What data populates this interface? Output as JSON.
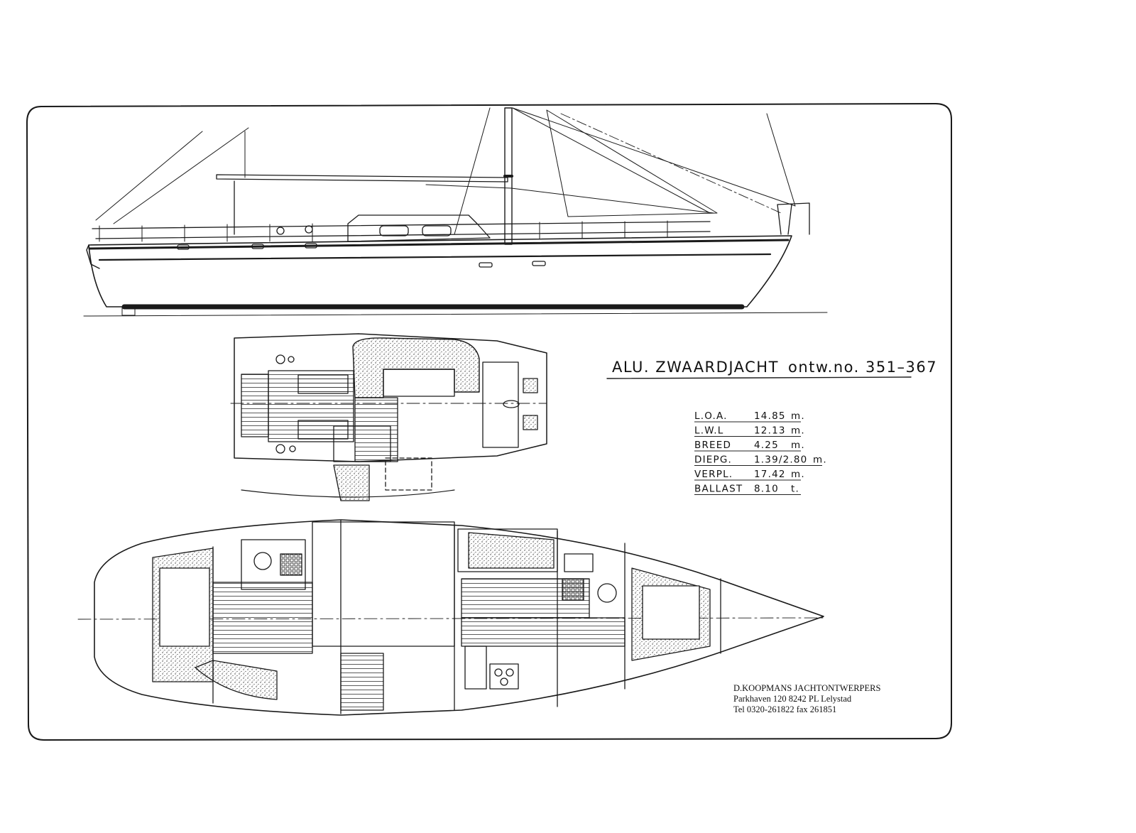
{
  "title": {
    "name": "ALU. ZWAARDJACHT",
    "design_no": "ontw.no. 351–367"
  },
  "specs": [
    {
      "label": "L.O.A.",
      "value": "14.85",
      "unit": "m."
    },
    {
      "label": "L.W.L",
      "value": "12.13",
      "unit": "m."
    },
    {
      "label": "BREED",
      "value": "4.25",
      "unit": "m."
    },
    {
      "label": "DIEPG.",
      "value": "1.39/2.80",
      "unit": "m."
    },
    {
      "label": "VERPL.",
      "value": "17.42",
      "unit": "m."
    },
    {
      "label": "BALLAST",
      "value": "8.10",
      "unit": "t."
    }
  ],
  "designer": {
    "line1": "D.KOOPMANS JACHTONTWERPERS",
    "line2": "Parkhaven 120 8242 PL Lelystad",
    "line3": "Tel 0320-261822 fax 261851"
  },
  "colors": {
    "ink": "#1a1a1a",
    "paper": "#ffffff"
  }
}
